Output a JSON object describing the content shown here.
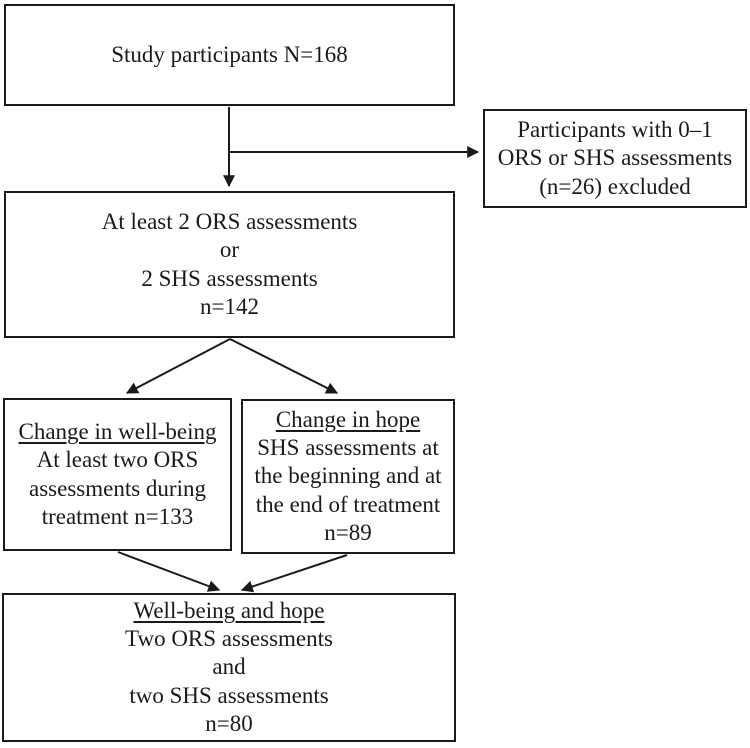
{
  "boxes": {
    "study": {
      "lines": [
        "Study participants N=168"
      ]
    },
    "excluded": {
      "lines": [
        "Participants with 0–1",
        "ORS or SHS assessments",
        "(n=26) excluded"
      ]
    },
    "eligible": {
      "lines": [
        "At least 2 ORS assessments",
        "or",
        "2 SHS assessments",
        "n=142"
      ]
    },
    "wellbeing": {
      "heading": "Change in well-being",
      "lines": [
        "At least two ORS",
        "assessments during",
        "treatment n=133"
      ]
    },
    "hope": {
      "heading": "Change in hope",
      "lines": [
        "SHS assessments at",
        "the beginning and at",
        "the end of treatment",
        "n=89"
      ]
    },
    "both": {
      "heading": "Well-being and hope",
      "lines": [
        "Two ORS assessments",
        "and",
        "two SHS assessments",
        "n=80"
      ]
    }
  },
  "colors": {
    "border": "#1a1a1a",
    "text": "#1a1a1a",
    "arrow": "#1a1a1a",
    "background": "#ffffff"
  }
}
